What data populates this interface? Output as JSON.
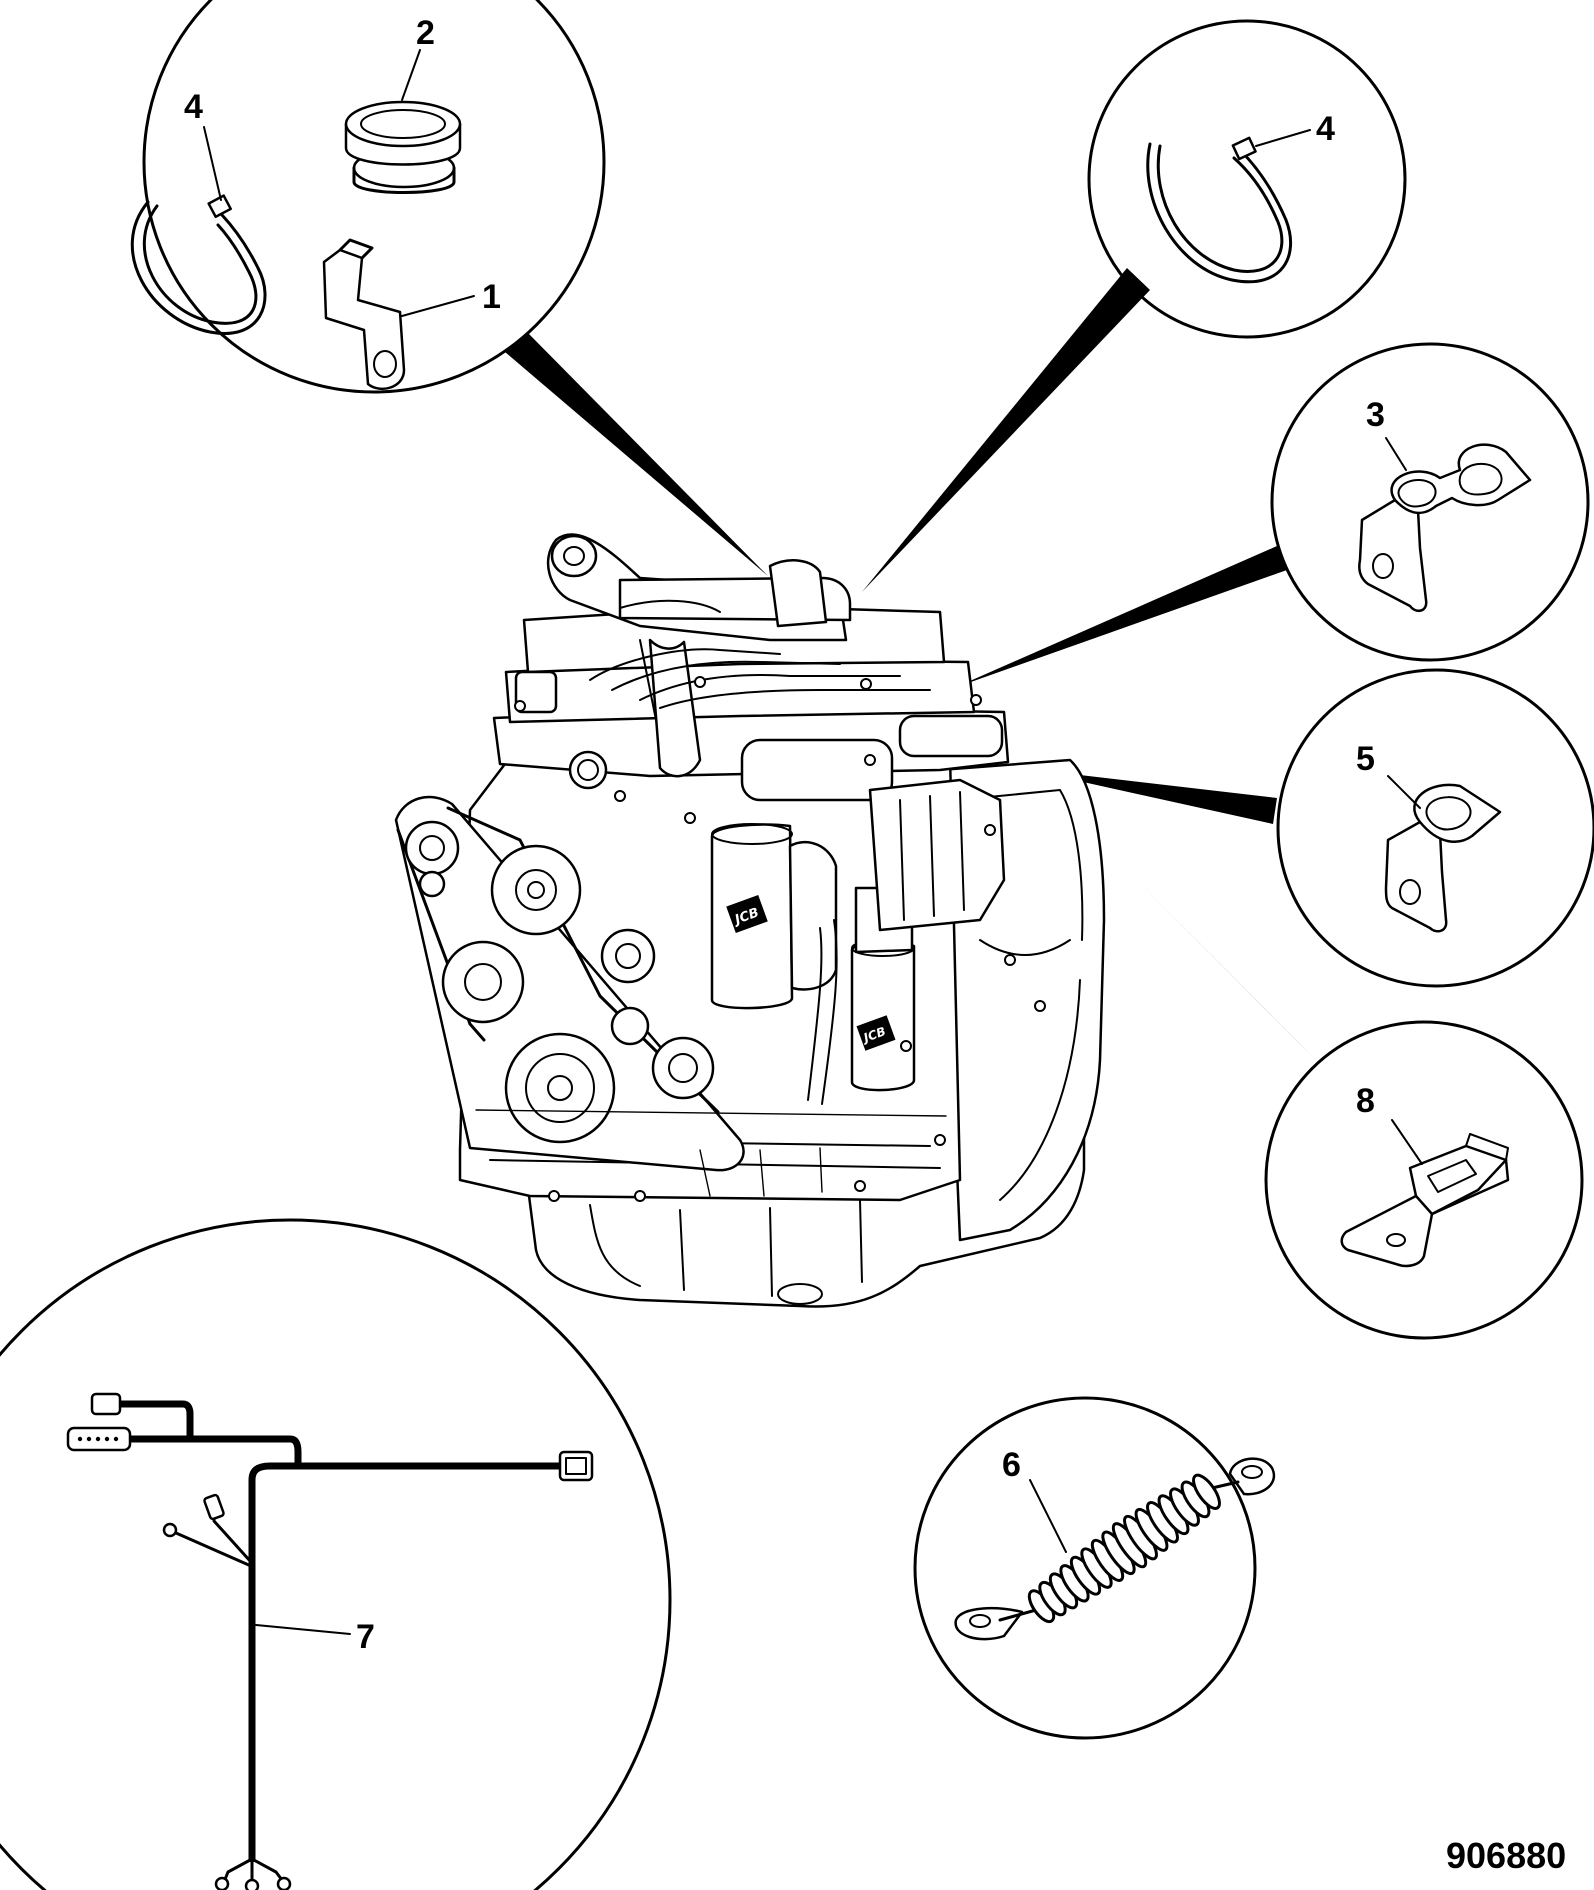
{
  "drawing_number": "906880",
  "callouts": {
    "c1": "1",
    "c2": "2",
    "c3": "3",
    "c4a": "4",
    "c4b": "4",
    "c5": "5",
    "c6": "6",
    "c7": "7",
    "c8": "8"
  },
  "brand_logo_text": "JCB"
}
